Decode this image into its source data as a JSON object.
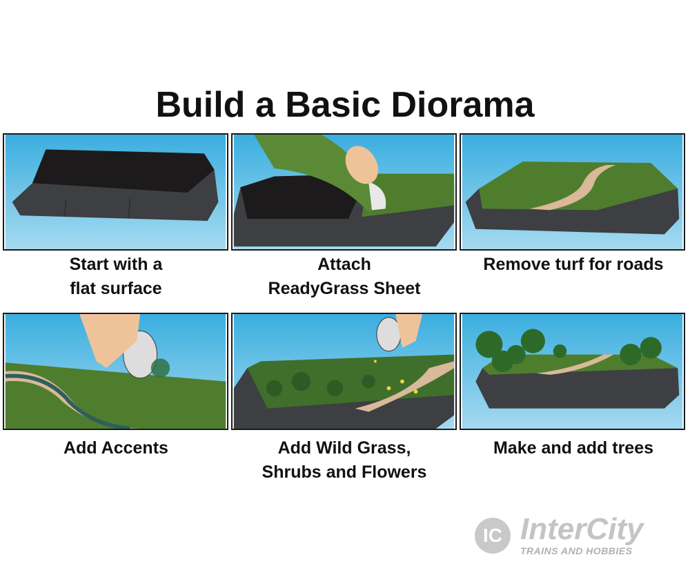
{
  "title": "Build a Basic Diorama",
  "steps": [
    {
      "caption": "Start with a\nflat surface"
    },
    {
      "caption": "Attach\nReadyGrass Sheet"
    },
    {
      "caption": "Remove turf for roads"
    },
    {
      "caption": "Add Accents"
    },
    {
      "caption": "Add Wild Grass,\nShrubs and Flowers"
    },
    {
      "caption": "Make and add trees"
    }
  ],
  "logo": {
    "name": "InterCity",
    "tagline": "TRAINS AND HOBBIES",
    "mark": "IC"
  },
  "colors": {
    "sky_top": "#3aaedf",
    "sky_bottom": "#9dd6ef",
    "base": "#3d3f42",
    "grass": "#4f7d2e",
    "road": "#d9b99a"
  }
}
